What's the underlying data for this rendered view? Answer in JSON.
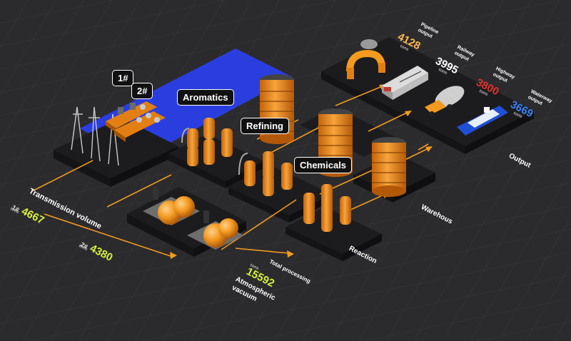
{
  "colors": {
    "background": "#2b2b2d",
    "grid": "#3a3a3d",
    "platform": "#1c1c1e",
    "orange": "#f39a1f",
    "water": "#2a3ee0",
    "flow": "#f39a1f",
    "yellow_green": "#d8f03a",
    "light_orange": "#ffb84d",
    "white": "#ffffff",
    "red": "#e0312c",
    "blue": "#3b82f6"
  },
  "tags": {
    "dock1": "1#",
    "dock2": "2#",
    "aromatics": "Aromatics",
    "refining": "Refining",
    "chemicals": "Chemicals"
  },
  "transmission": {
    "title": "Transmission volume",
    "line1": {
      "id": "1#",
      "value": "4667",
      "unit": "tons"
    },
    "line2": {
      "id": "2#",
      "value": "4380",
      "unit": "tons"
    }
  },
  "processing": {
    "title": "Total processing",
    "value": "15592",
    "unit": "tons",
    "name_line1": "Atmospheric",
    "name_line2": "vacuum"
  },
  "zones": {
    "reaction": "Reaction",
    "warehous": "Warehous",
    "output": "Output"
  },
  "outputs": {
    "pipeline": {
      "line1": "Pipeline",
      "line2": "output",
      "value": "4128",
      "unit": "tons",
      "color": "#ffb84d"
    },
    "railway": {
      "line1": "Railway",
      "line2": "output",
      "value": "3995",
      "unit": "tons",
      "color": "#ffffff"
    },
    "highway": {
      "line1": "Highway",
      "line2": "output",
      "value": "3800",
      "unit": "tons",
      "color": "#e0312c"
    },
    "waterway": {
      "line1": "Waterway",
      "line2": "output",
      "value": "3669",
      "unit": "tons",
      "color": "#3b82f6"
    }
  }
}
